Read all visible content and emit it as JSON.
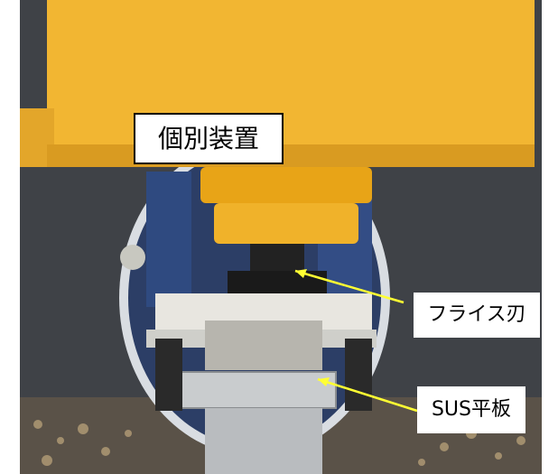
{
  "labels": {
    "main_device": "個別装置",
    "cutter": "フライス刃",
    "plate": "SUS平板"
  },
  "colors": {
    "machine_body": "#f2b632",
    "spindle": "#e8a417",
    "arrow": "#ffff33",
    "background_wall": "#4a4d52"
  }
}
